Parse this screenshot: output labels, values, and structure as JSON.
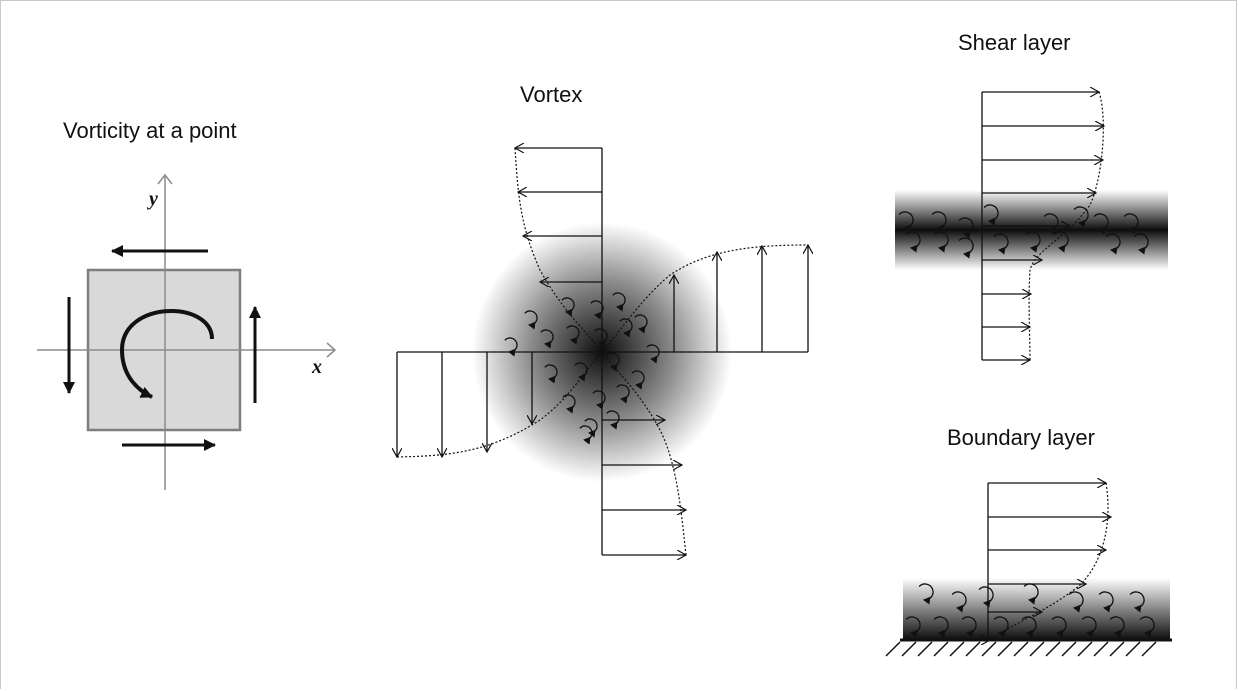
{
  "panels": {
    "point": {
      "title": "Vorticity at a point",
      "x_label": "x",
      "y_label": "y"
    },
    "vortex": {
      "title": "Vortex"
    },
    "shear": {
      "title": "Shear layer"
    },
    "boundary": {
      "title": "Boundary layer"
    }
  },
  "colors": {
    "ink": "#111111",
    "square_fill": "#d9d9d9",
    "square_stroke": "#7f7f7f",
    "axis": "#8c8c8c",
    "shade": "#000000"
  },
  "icons": [
    "curved-rotation-arrow-icon",
    "small-eddy-icon",
    "hatched-wall-icon"
  ]
}
